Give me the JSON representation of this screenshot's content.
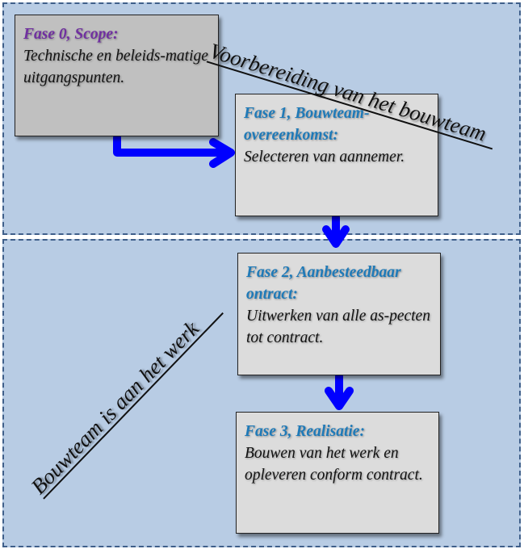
{
  "colors": {
    "panel": "#b8cce4",
    "arrow": "#0000ff",
    "phase0_title": "#7030a0",
    "phase_title": "#1f7ab8"
  },
  "sections": {
    "top_label": "Voorbereiding van het bouwteam",
    "bottom_label": "Bouwteam is aan het werk"
  },
  "phases": [
    {
      "title": "Fase 0, Scope:",
      "text": "Technische en beleids-matige uitgangspunten."
    },
    {
      "title": "Fase 1, Bouwteam-overeenkomst:",
      "text": "Selecteren van aannemer."
    },
    {
      "title": "Fase 2, Aanbesteedbaar ontract:",
      "text": "Uitwerken van alle as-pecten tot contract."
    },
    {
      "title": "Fase 3, Realisatie:",
      "text": "Bouwen van het werk en opleveren conform contract."
    }
  ]
}
